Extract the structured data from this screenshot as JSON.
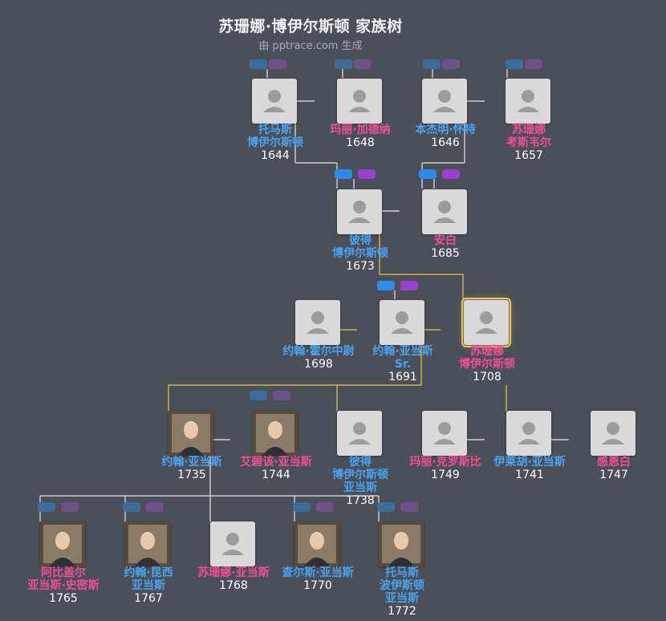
{
  "header": {
    "title": "苏珊娜·博伊尔斯顿 家族树",
    "subtitle": "由 pptrace.com 生成"
  },
  "colors": {
    "background": "#4a4f58",
    "male": "#4aa3f0",
    "female": "#f04f97",
    "focus_line": "#f2c14e",
    "line": "#e6e6e6"
  },
  "people": [
    {
      "id": "p1",
      "name": "托马斯\n博伊尔斯顿",
      "year": "1644",
      "gender": "m",
      "icon": "person-silhouette-icon"
    },
    {
      "id": "p2",
      "name": "玛丽·加德纳",
      "year": "1648",
      "gender": "f",
      "icon": "person-silhouette-icon"
    },
    {
      "id": "p3",
      "name": "本杰明·怀特",
      "year": "1646",
      "gender": "m",
      "icon": "person-silhouette-icon"
    },
    {
      "id": "p4",
      "name": "苏珊娜\n考斯韦尔",
      "year": "1657",
      "gender": "f",
      "icon": "person-silhouette-icon"
    },
    {
      "id": "p5",
      "name": "彼得\n博伊尔斯顿",
      "year": "1673",
      "gender": "m",
      "icon": "person-silhouette-icon"
    },
    {
      "id": "p6",
      "name": "安白",
      "year": "1685",
      "gender": "f",
      "icon": "person-silhouette-icon"
    },
    {
      "id": "p7",
      "name": "约翰·霍尔中尉",
      "year": "1698",
      "gender": "m",
      "icon": "person-silhouette-icon"
    },
    {
      "id": "p8",
      "name": "约翰·亚当斯\nSr.",
      "year": "1691",
      "gender": "m",
      "icon": "person-silhouette-icon"
    },
    {
      "id": "p9",
      "name": "苏珊娜\n博伊尔斯顿",
      "year": "1708",
      "gender": "f",
      "icon": "person-silhouette-icon"
    },
    {
      "id": "p10",
      "name": "约翰·亚当斯",
      "year": "1735",
      "gender": "m",
      "icon": "portrait-icon"
    },
    {
      "id": "p11",
      "name": "艾碧该·亚当斯",
      "year": "1744",
      "gender": "f",
      "icon": "portrait-icon"
    },
    {
      "id": "p12",
      "name": "彼得\n博伊尔斯顿\n亚当斯",
      "year": "1738",
      "gender": "m",
      "icon": "person-silhouette-icon"
    },
    {
      "id": "p13",
      "name": "玛丽·克罗斯比",
      "year": "1749",
      "gender": "f",
      "icon": "person-silhouette-icon"
    },
    {
      "id": "p14",
      "name": "伊莱胡·亚当斯",
      "year": "1741",
      "gender": "m",
      "icon": "person-silhouette-icon"
    },
    {
      "id": "p15",
      "name": "感恩白",
      "year": "1747",
      "gender": "f",
      "icon": "person-silhouette-icon"
    },
    {
      "id": "p16",
      "name": "阿比盖尔\n亚当斯·史密斯",
      "year": "1765",
      "gender": "f",
      "icon": "portrait-icon"
    },
    {
      "id": "p17",
      "name": "约翰·昆西\n亚当斯",
      "year": "1767",
      "gender": "m",
      "icon": "portrait-icon"
    },
    {
      "id": "p18",
      "name": "苏珊娜·亚当斯",
      "year": "1768",
      "gender": "f",
      "icon": "person-silhouette-icon"
    },
    {
      "id": "p19",
      "name": "查尔斯·亚当斯",
      "year": "1770",
      "gender": "m",
      "icon": "portrait-icon"
    },
    {
      "id": "p20",
      "name": "托马斯\n波伊斯顿\n亚当斯",
      "year": "1772",
      "gender": "m",
      "icon": "portrait-icon"
    }
  ]
}
